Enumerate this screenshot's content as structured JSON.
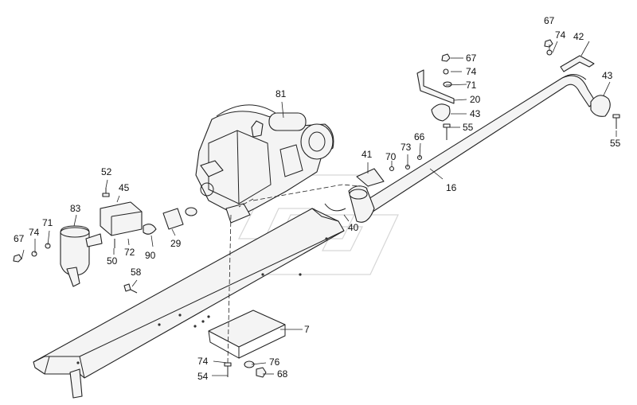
{
  "callouts": [
    {
      "id": "c67a",
      "text": "67"
    },
    {
      "id": "c74a",
      "text": "74"
    },
    {
      "id": "c42",
      "text": "42"
    },
    {
      "id": "c43a",
      "text": "43"
    },
    {
      "id": "c55a",
      "text": "55"
    },
    {
      "id": "c67b",
      "text": "67"
    },
    {
      "id": "c74b",
      "text": "74"
    },
    {
      "id": "c71a",
      "text": "71"
    },
    {
      "id": "c20",
      "text": "20"
    },
    {
      "id": "c43b",
      "text": "43"
    },
    {
      "id": "c55b",
      "text": "55"
    },
    {
      "id": "c81",
      "text": "81"
    },
    {
      "id": "c66",
      "text": "66"
    },
    {
      "id": "c73",
      "text": "73"
    },
    {
      "id": "c70",
      "text": "70"
    },
    {
      "id": "c41",
      "text": "41"
    },
    {
      "id": "c16",
      "text": "16"
    },
    {
      "id": "c40",
      "text": "40"
    },
    {
      "id": "c52",
      "text": "52"
    },
    {
      "id": "c45",
      "text": "45"
    },
    {
      "id": "c83",
      "text": "83"
    },
    {
      "id": "c71b",
      "text": "71"
    },
    {
      "id": "c74c",
      "text": "74"
    },
    {
      "id": "c67c",
      "text": "67"
    },
    {
      "id": "c50",
      "text": "50"
    },
    {
      "id": "c72",
      "text": "72"
    },
    {
      "id": "c90",
      "text": "90"
    },
    {
      "id": "c29",
      "text": "29"
    },
    {
      "id": "c58",
      "text": "58"
    },
    {
      "id": "c7",
      "text": "7"
    },
    {
      "id": "c74d",
      "text": "74"
    },
    {
      "id": "c76",
      "text": "76"
    },
    {
      "id": "c54",
      "text": "54"
    },
    {
      "id": "c68",
      "text": "68"
    }
  ]
}
